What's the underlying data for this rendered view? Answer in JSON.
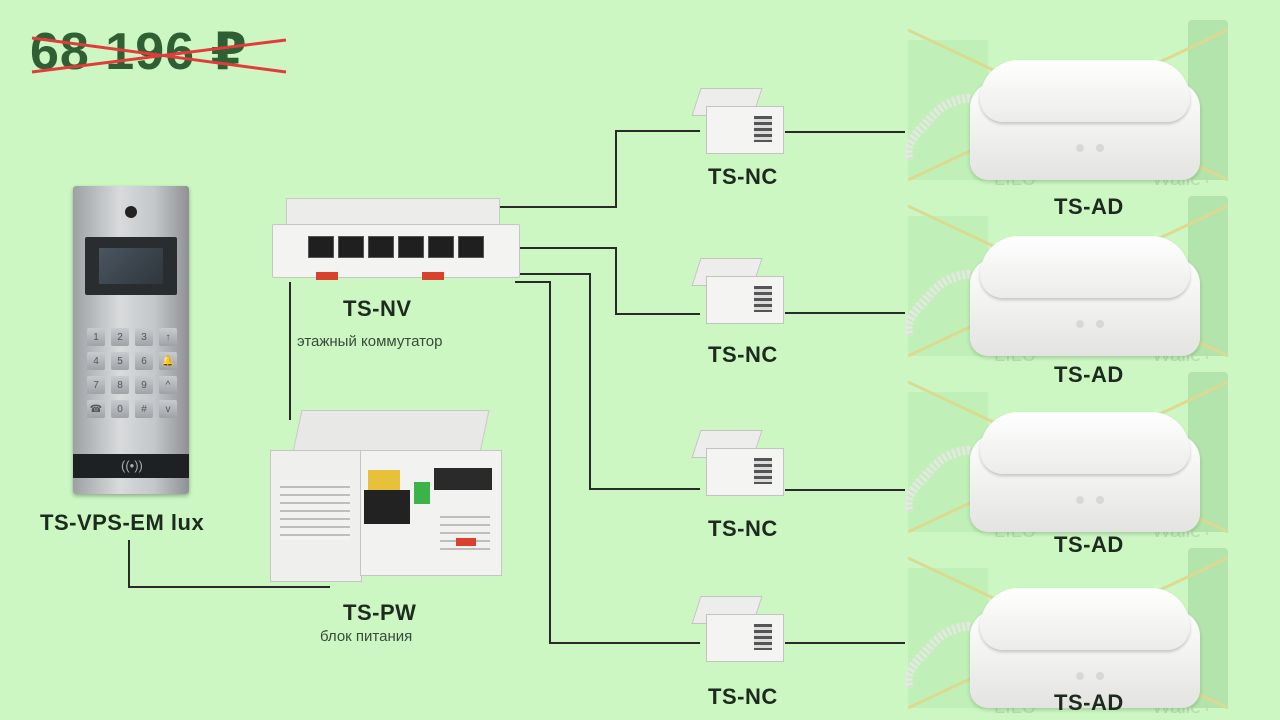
{
  "price": {
    "old_price": "68 196 ₽",
    "strike_color": "#e23b3b"
  },
  "panel": {
    "label": "TS-VPS-EM lux",
    "keys": [
      "1",
      "2",
      "3",
      "↑",
      "4",
      "5",
      "6",
      "🔔",
      "7",
      "8",
      "9",
      "^",
      "☎",
      "0",
      "#",
      "v"
    ]
  },
  "switch": {
    "label": "TS-NV",
    "caption": "этажный коммутатор"
  },
  "power": {
    "label": "TS-PW",
    "caption": "блок питания"
  },
  "nodes": [
    {
      "label": "TS-NC"
    },
    {
      "label": "TS-NC"
    },
    {
      "label": "TS-NC"
    },
    {
      "label": "TS-NC"
    }
  ],
  "handsets": [
    {
      "label": "TS-AD",
      "ghost_left": "LILU",
      "ghost_right": "Walle+"
    },
    {
      "label": "TS-AD",
      "ghost_left": "LILU",
      "ghost_right": "Walle+"
    },
    {
      "label": "TS-AD",
      "ghost_left": "LILU",
      "ghost_right": "Walle+"
    },
    {
      "label": "TS-AD",
      "ghost_left": "LILU",
      "ghost_right": "Walle+"
    }
  ],
  "colors": {
    "background": "#ccf7c3",
    "wire": "#222222",
    "device_white": "#f4f4f2"
  }
}
